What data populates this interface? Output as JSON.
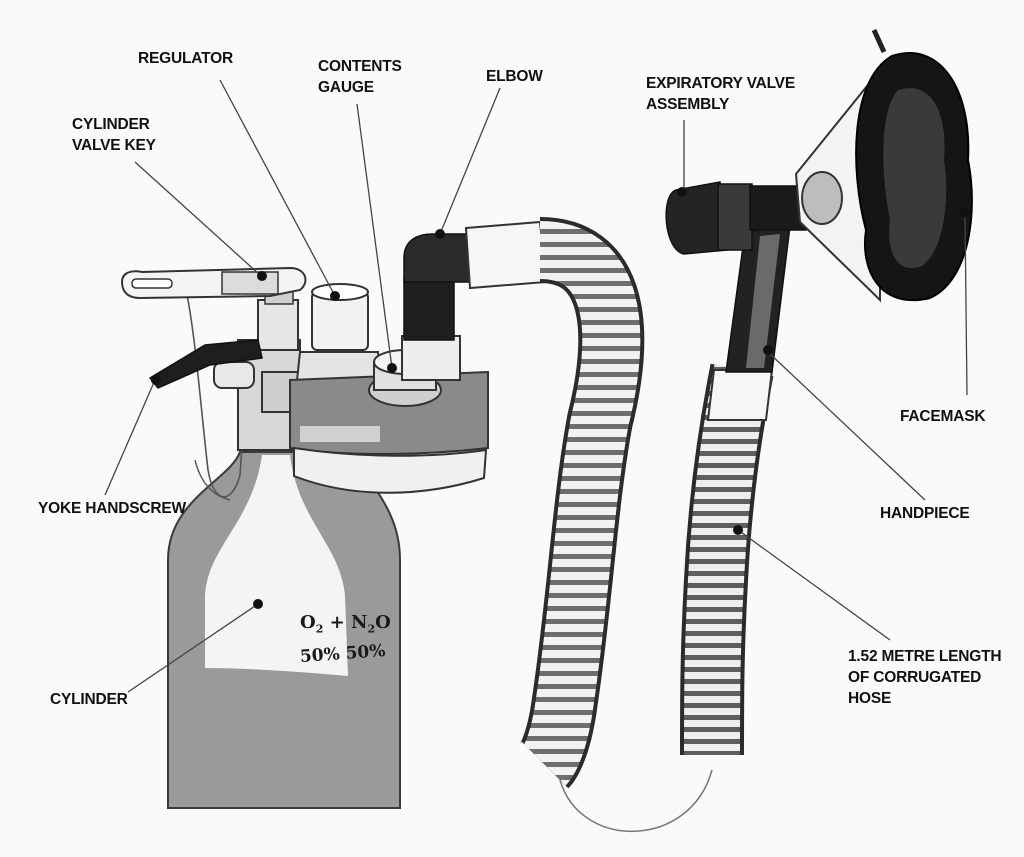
{
  "labels": {
    "regulator": "REGULATOR",
    "contents_gauge": [
      "CONTENTS",
      "GAUGE"
    ],
    "elbow": "ELBOW",
    "expiratory_valve": [
      "EXPIRATORY VALVE",
      "ASSEMBLY"
    ],
    "cylinder_valve_key": [
      "CYLINDER",
      "VALVE KEY"
    ],
    "facemask": "FACEMASK",
    "handpiece": "HANDPIECE",
    "yoke_handscrew": "YOKE HANDSCREW",
    "cylinder": "CYLINDER",
    "hose": [
      "1.52 METRE LENGTH",
      "OF CORRUGATED",
      "HOSE"
    ]
  },
  "cylinder_marking": {
    "o2": "O",
    "o2_sub": "2",
    "plus": "+",
    "n2o_n": "N",
    "n2o_sub": "2",
    "n2o_o": "O",
    "mix": "50% 50%"
  }
}
